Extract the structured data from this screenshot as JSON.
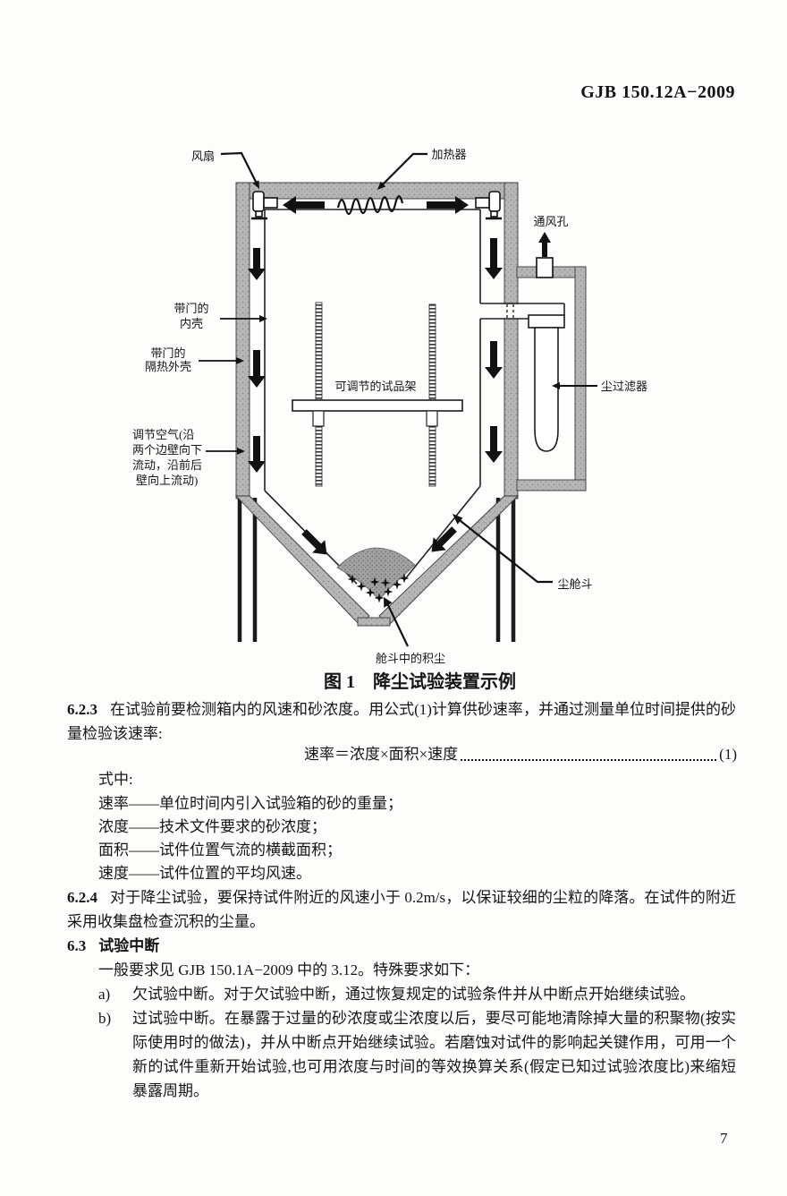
{
  "page": {
    "header": "GJB 150.12A−2009",
    "page_number": "7"
  },
  "figure": {
    "caption": "图 1　降尘试验装置示例",
    "labels": {
      "fan": "风扇",
      "heater": "加热器",
      "vent": "通风孔",
      "inner_shell_l1": "带门的",
      "inner_shell_l2": "内壳",
      "outer_shell_l1": "带门的",
      "outer_shell_l2": "隔热外壳",
      "cond_air_l1": "调节空气(沿",
      "cond_air_l2": "两个边壁向下",
      "cond_air_l3": "流动，沿前后",
      "cond_air_l4": "壁向上流动)",
      "rack": "可调节的试品架",
      "dust_filter": "尘过滤器",
      "hopper": "尘舱斗",
      "dust_in_hopper": "舱斗中的积尘"
    }
  },
  "content": {
    "s623_num": "6.2.3",
    "s623_text": "在试验前要检测箱内的风速和砂浓度。用公式(1)计算供砂速率，并通过测量单位时间提供的砂量检验该速率:",
    "formula_left": "速率＝浓度×面积×速度",
    "formula_num": "(1)",
    "where_label": "式中:",
    "def_rate": "速率——单位时间内引入试验箱的砂的重量；",
    "def_conc": "浓度——技术文件要求的砂浓度；",
    "def_area": "面积——试件位置气流的横截面积；",
    "def_speed": "速度——试件位置的平均风速。",
    "s624_num": "6.2.4",
    "s624_text": "对于降尘试验，要保持试件附近的风速小于 0.2m/s，以保证较细的尘粒的降落。在试件的附近采用收集盘检查沉积的尘量。",
    "s63_num": "6.3",
    "s63_title": "试验中断",
    "s63_intro": "一般要求见 GJB 150.1A−2009 中的 3.12。特殊要求如下：",
    "item_a_marker": "a)",
    "item_a_text": "欠试验中断。对于欠试验中断，通过恢复规定的试验条件并从中断点开始继续试验。",
    "item_b_marker": "b)",
    "item_b_text": "过试验中断。在暴露于过量的砂浓度或尘浓度以后，要尽可能地清除掉大量的积聚物(按实际使用时的做法)，并从中断点开始继续试验。若磨蚀对试件的影响起关键作用，可用一个新的试件重新开始试验,也可用浓度与时间的等效换算关系(假定已知过试验浓度比)来缩短暴露周期。"
  },
  "colors": {
    "wall_gray": "#b6b6b6",
    "dust_gray": "#9d9d9d",
    "ink": "#141414",
    "paper": "#fdfdfb"
  }
}
